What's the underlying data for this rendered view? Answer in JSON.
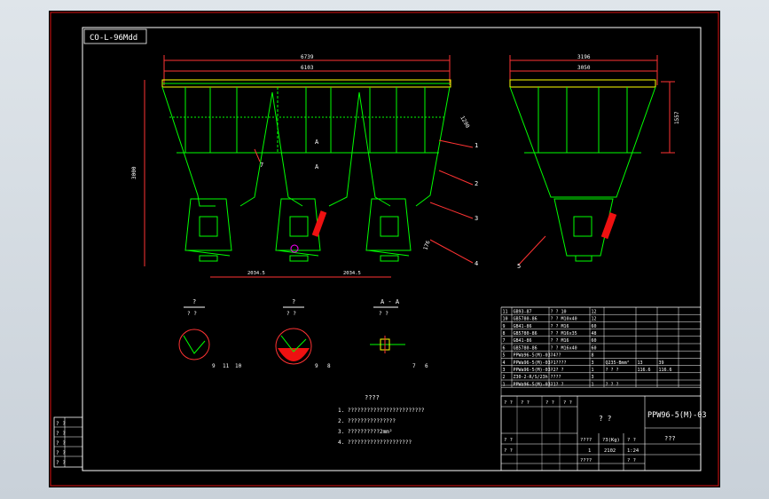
{
  "drawing": {
    "code_box": "CO-L-96Mdd",
    "front_view": {
      "dim_overall": "6739",
      "dim_inner": "6103",
      "dim_height": "3000",
      "dim_side": "1290",
      "dim_pitch_left": "2034.5",
      "dim_pitch_right": "2034.5",
      "dim_small": "176",
      "section_mark": "A",
      "callouts": [
        "1",
        "2",
        "3",
        "4",
        "7"
      ]
    },
    "side_view": {
      "dim_top": "3196",
      "dim_inner": "3050",
      "dim_height": "1557",
      "callout": "5"
    },
    "details": [
      {
        "title": "?",
        "scale": "? ?",
        "callouts": [
          "9",
          "11",
          "10"
        ]
      },
      {
        "title": "?",
        "scale": "? ?",
        "callouts": [
          "9",
          "8"
        ]
      },
      {
        "title": "A - A",
        "scale": "? ?",
        "callouts": [
          "7",
          "6"
        ]
      }
    ],
    "notes": {
      "title": "????",
      "lines": [
        "1. ????????????????????????",
        "2. ???????????????",
        "3. ??????????2mm²",
        "4. ????????????????????"
      ]
    },
    "parts_list": [
      [
        "11",
        "GB93-87",
        "? ? 10",
        "12",
        "",
        "",
        ""
      ],
      [
        "10",
        "GB5780-86",
        "? ? M10x40",
        "12",
        "",
        "",
        ""
      ],
      [
        "9",
        "GB41-86",
        "? ? M16",
        "60",
        "",
        "",
        ""
      ],
      [
        "8",
        "GB5780-86",
        "? ? M16x35",
        "48",
        "",
        "",
        ""
      ],
      [
        "7",
        "GB41-86",
        "? ? M16",
        "60",
        "",
        "",
        ""
      ],
      [
        "6",
        "GB5780-86",
        "? ? M16x40",
        "60",
        "",
        "",
        ""
      ],
      [
        "5",
        "PPWa96-5(M)-03-4",
        "? ??",
        "8",
        "",
        "",
        ""
      ],
      [
        "4",
        "PPWa96-5(M)-03-1",
        "? ????",
        "3",
        "Q235-Bmm²",
        "13",
        "39"
      ],
      [
        "3",
        "PPWa96-5(M)-03-2",
        "? ? ?",
        "1",
        "? ? ?",
        "116.6",
        "116.6"
      ],
      [
        "2",
        "Z30-2-R/S/23h",
        "????",
        "3",
        "",
        "",
        ""
      ],
      [
        "1",
        "PPWa96-5(M)-03-1",
        "? ? ?",
        "1",
        "? ? ?",
        "",
        ""
      ]
    ],
    "title_block": {
      "drawing_number": "PPW96-5(M)-03",
      "name": "? ?",
      "material": "???",
      "weight": "?3(Kg)",
      "scale_label": "? ?",
      "sheets": "1",
      "weight_value": "2102",
      "scale_value": "1:24",
      "misc_a": "????",
      "misc_b": "????",
      "misc_c": "? ?",
      "header_cells": [
        "? ?",
        "? ?",
        "? ?",
        "? ?",
        "? ?",
        "? ?"
      ]
    },
    "revision_block": [
      "? ?",
      "? ?",
      "? ?",
      "? ?",
      "? ?"
    ]
  }
}
